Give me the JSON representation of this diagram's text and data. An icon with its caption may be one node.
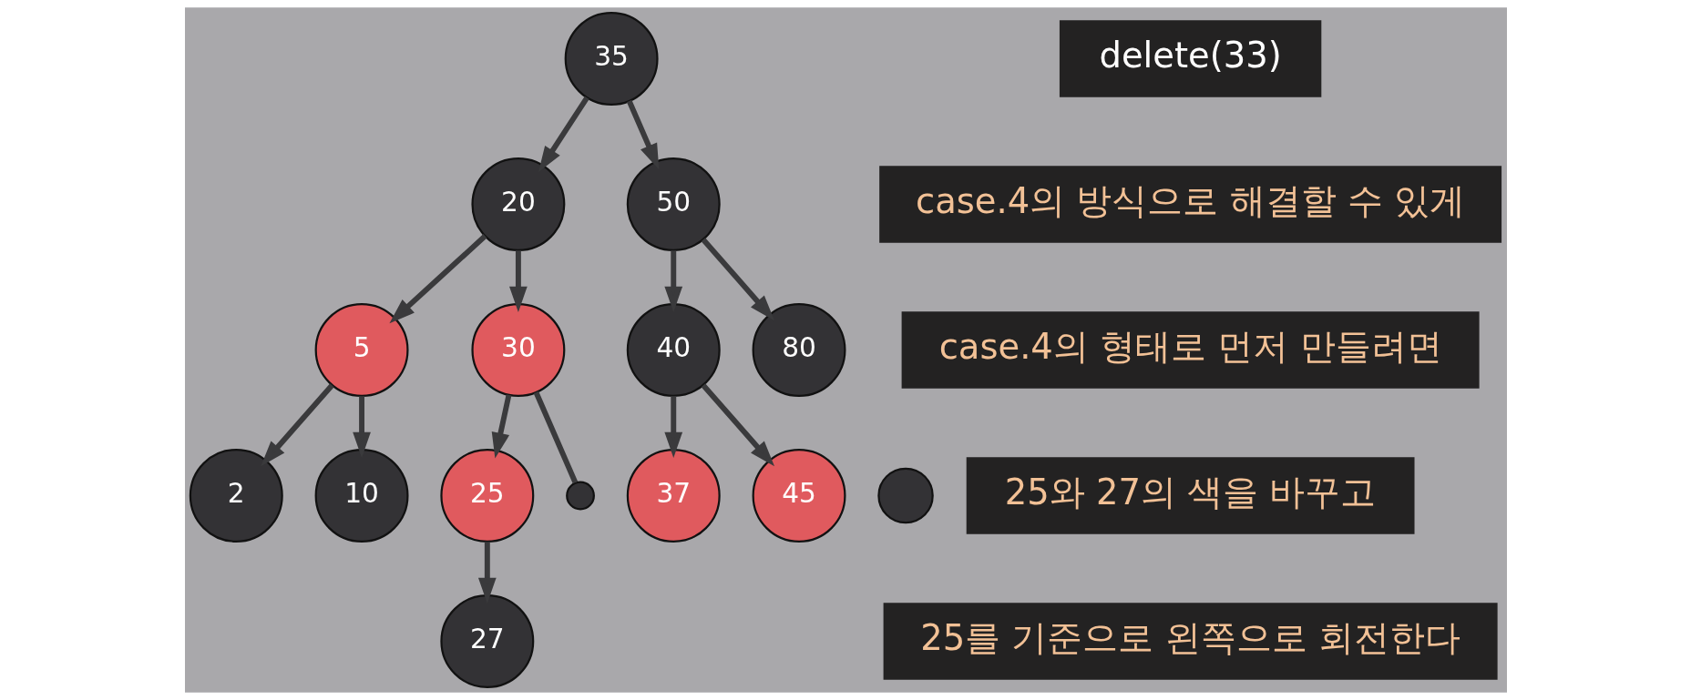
{
  "diagram": {
    "nodes": [
      {
        "text": [
          "35"
        ]
      },
      {
        "text": [
          "20"
        ]
      },
      {
        "text": [
          "50"
        ]
      },
      {
        "text": [
          "5"
        ]
      },
      {
        "text": [
          "30"
        ]
      },
      {
        "text": [
          "40"
        ]
      },
      {
        "text": [
          "80"
        ]
      },
      {
        "text": [
          "2"
        ]
      },
      {
        "text": [
          "10"
        ]
      },
      {
        "text": [
          "25"
        ]
      },
      {
        "text": [],
        "shape": "circle"
      },
      {
        "text": [],
        "shape": "circle"
      },
      {
        "text": [
          "37"
        ]
      },
      {
        "text": [
          "45"
        ]
      },
      {
        "text": [
          "27"
        ]
      }
    ],
    "edges": [
      {
        "from": 0,
        "to": 1,
        "arrow": "to"
      },
      {
        "from": 0,
        "to": 2,
        "arrow": "to"
      },
      {
        "from": 1,
        "to": 3,
        "arrow": "to"
      },
      {
        "from": 1,
        "to": 4,
        "arrow": "to"
      },
      {
        "from": 2,
        "to": 5,
        "arrow": "to"
      },
      {
        "from": 2,
        "to": 6,
        "arrow": "to"
      },
      {
        "from": 3,
        "to": 7,
        "arrow": "to"
      },
      {
        "from": 3,
        "to": 8,
        "arrow": "to"
      },
      {
        "from": 4,
        "to": 9,
        "arrow": "to"
      },
      {
        "from": 4,
        "to": 10,
        "arrow": "none"
      },
      {
        "from": 5,
        "to": 12,
        "arrow": "to"
      },
      {
        "from": 5,
        "to": 13,
        "arrow": "to"
      },
      {
        "from": 9,
        "to": 14,
        "arrow": "to"
      }
    ],
    "labels": [
      "delete(33)",
      "case.4의 방식으로 해결할 수 있게",
      "case.4의 형태로 먼저 만들려면",
      "25와 27의 색을 바꾸고",
      "25를 기준으로 왼쪽으로 회전한다"
    ]
  }
}
